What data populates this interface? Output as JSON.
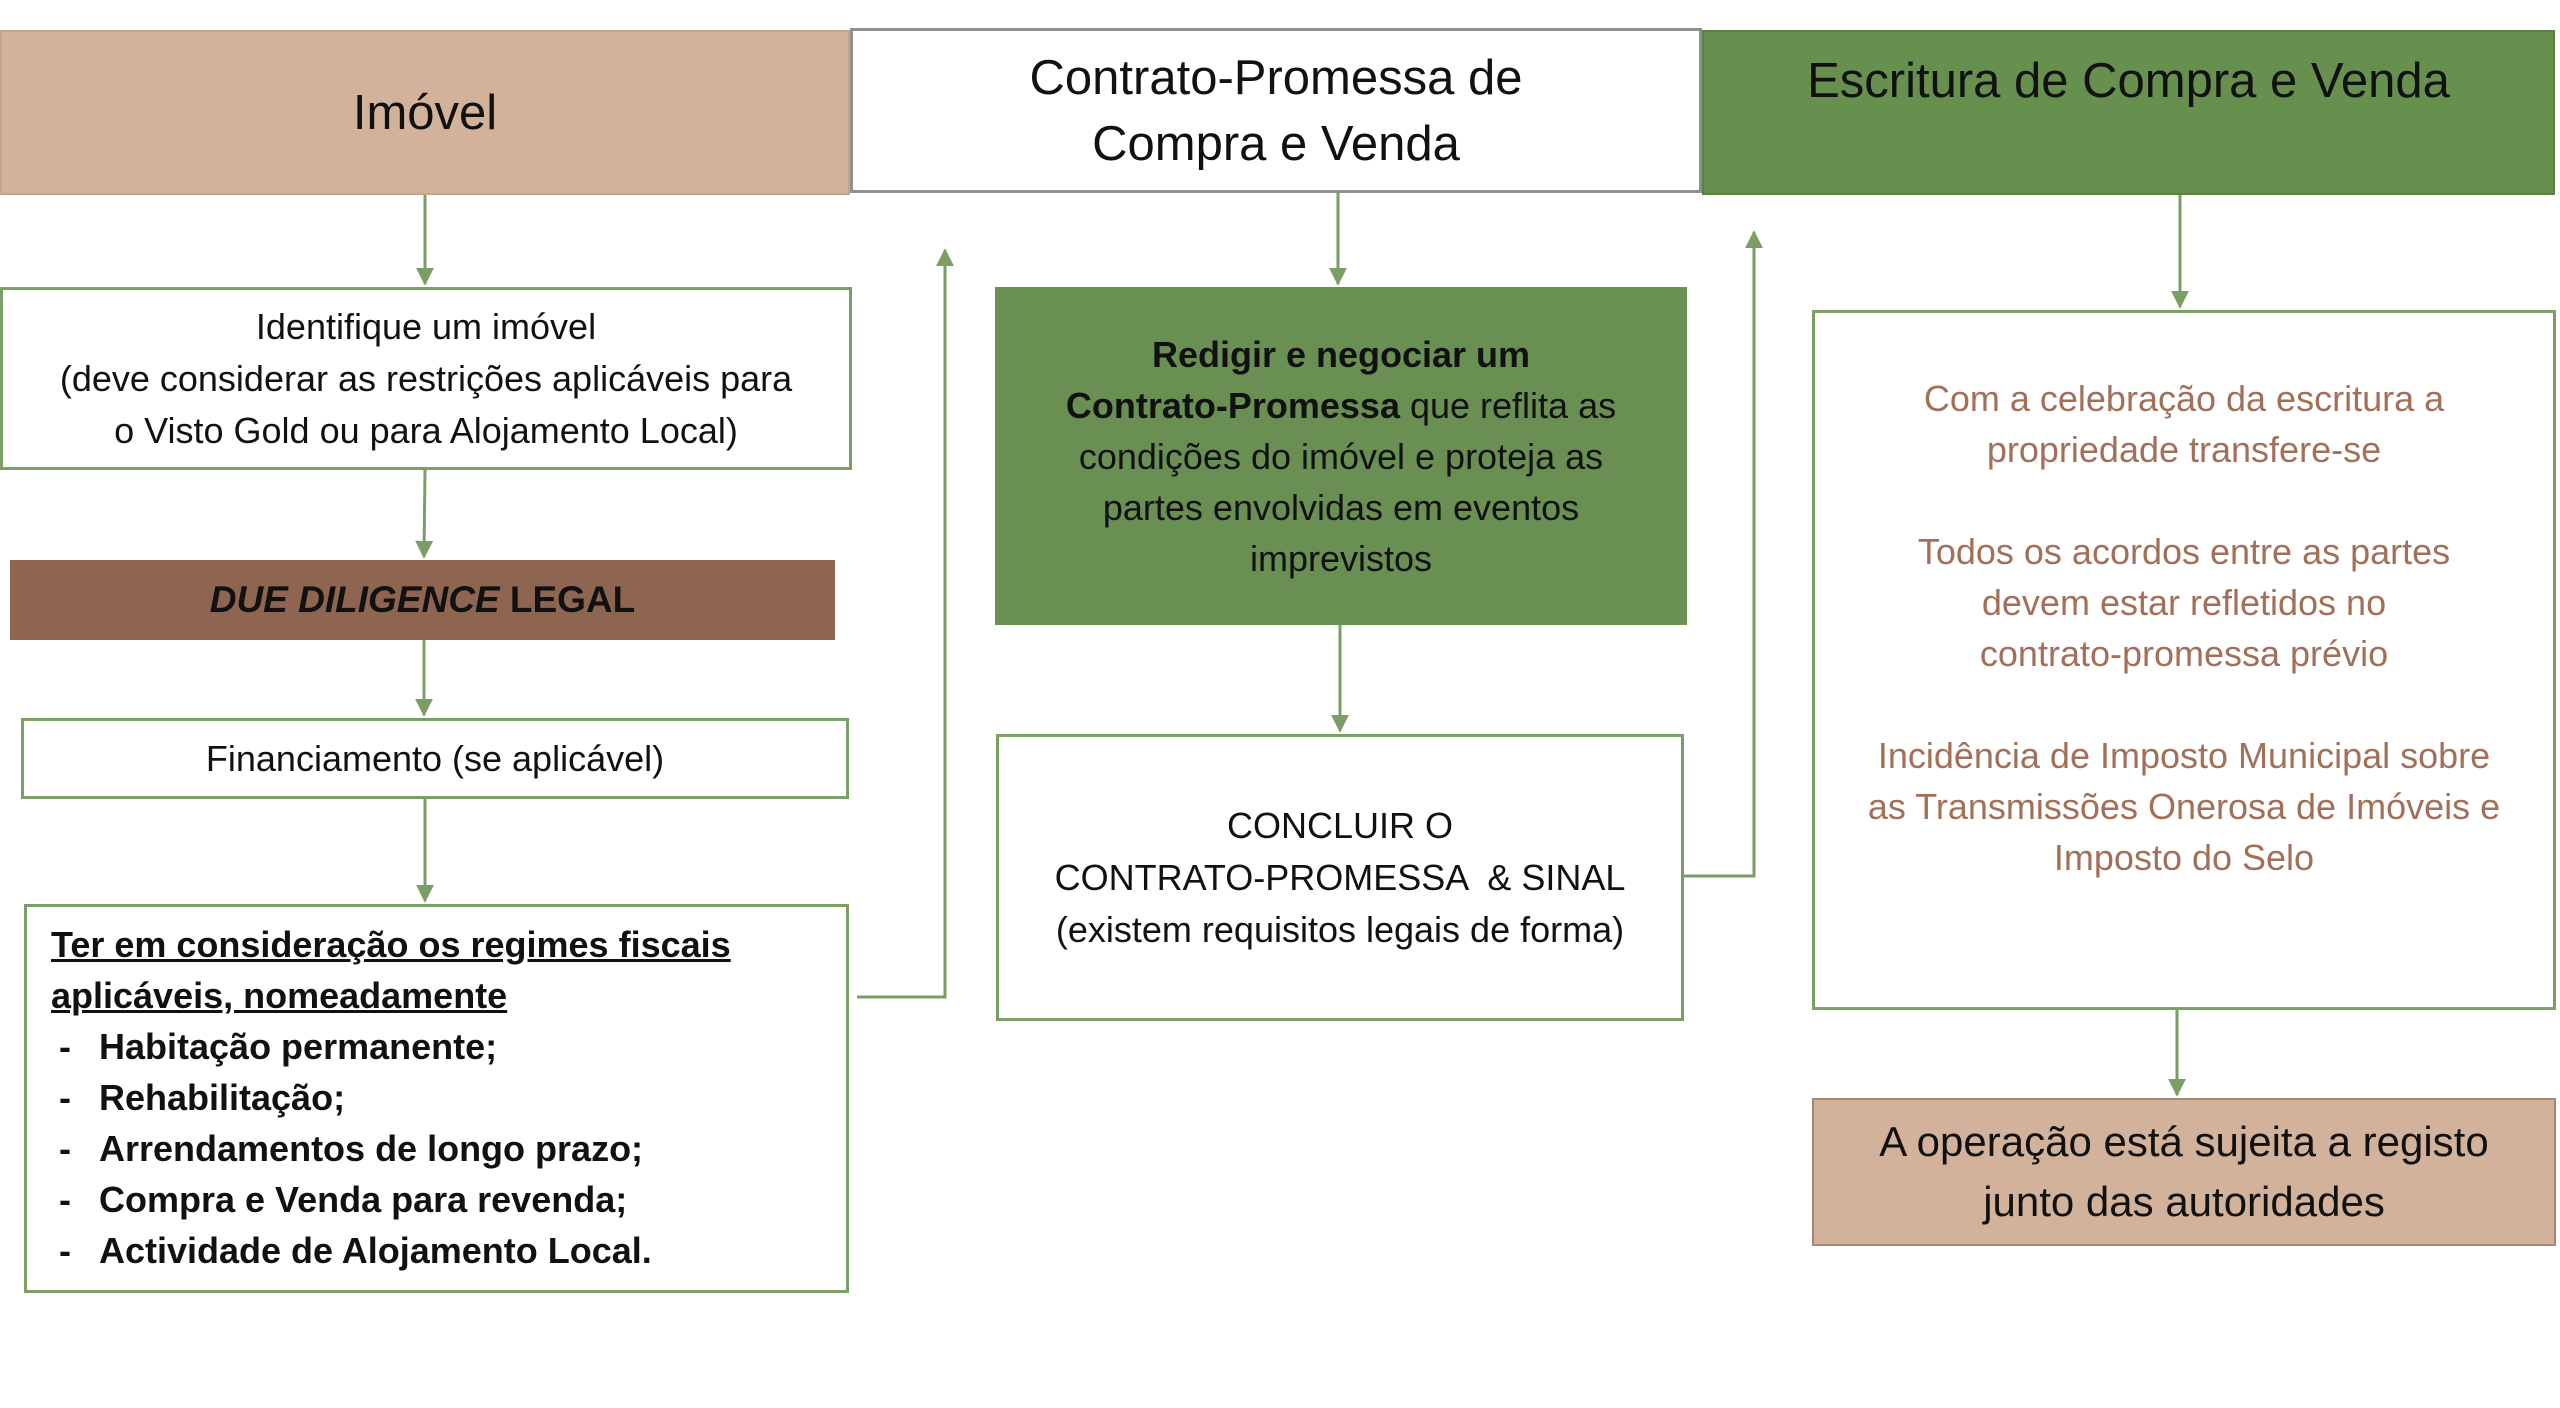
{
  "headers": {
    "imovel": "Imóvel",
    "contrato_line1": "Contrato-Promessa de",
    "contrato_line2": "Compra e Venda",
    "escritura": "Escritura de Compra e Venda"
  },
  "imovel_col": {
    "identifique_line1": "Identifique um imóvel",
    "identifique_line2": "(deve considerar as restrições aplicáveis para",
    "identifique_line3": "o Visto Gold ou para Alojamento Local)",
    "due_italic": "DUE DILIGENCE",
    "due_rest": " LEGAL",
    "financiamento": "Financiamento (se aplicável)",
    "fiscal_head_line1": "Ter em consideração os regimes fiscais",
    "fiscal_head_line2": "aplicáveis, nomeadamente",
    "fiscal_items": [
      "Habitação permanente;",
      "Rehabilitação;",
      "Arrendamentos de longo prazo;",
      "Compra e Venda para revenda;",
      "Actividade de Alojamento Local."
    ],
    "bullet": "-"
  },
  "contrato_col": {
    "redigir_bold1": "Redigir e negociar um",
    "redigir_bold2": "Contrato-Promessa",
    "redigir_rest1": " que reflita as",
    "redigir_line3": "condições do imóvel e proteja as",
    "redigir_line4": "partes envolvidas em eventos",
    "redigir_line5": "imprevistos",
    "concluir_line1": "CONCLUIR O",
    "concluir_line2": "CONTRATO-PROMESSA  & SINAL",
    "concluir_line3": "(existem requisitos legais de forma)"
  },
  "escritura_col": {
    "p1_line1": "Com a celebração da escritura a",
    "p1_line2": "propriedade transfere-se",
    "p2_line1": "Todos os acordos entre as partes",
    "p2_line2": "devem estar refletidos no",
    "p2_line3": "contrato-promessa prévio",
    "p3_line1": "Incidência de Imposto Municipal sobre",
    "p3_line2": "as Transmissões Onerosa de Imóveis e",
    "p3_line3": "Imposto do Selo",
    "registo_line1": "A operação está sujeita a registo",
    "registo_line2": "junto das autoridades"
  },
  "colors": {
    "tan": "#d2b29a",
    "green": "#67904f",
    "brown": "#8d6551",
    "rust_text": "#a26f58",
    "line_green": "#7a9e63"
  }
}
